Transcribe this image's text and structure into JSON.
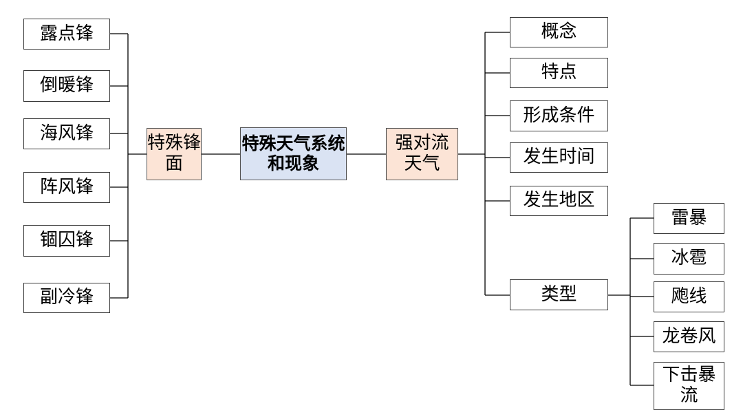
{
  "root": {
    "label": "特殊天气系统和现象"
  },
  "left_branch": {
    "label": "特殊锋面",
    "children": [
      "露点锋",
      "倒暖锋",
      "海风锋",
      "阵风锋",
      "锢囚锋",
      "副冷锋"
    ]
  },
  "right_branch": {
    "label": "强对流天气",
    "children": [
      "概念",
      "特点",
      "形成条件",
      "发生时间",
      "发生地区",
      "类型"
    ]
  },
  "types": {
    "label": "类型",
    "children": [
      "雷暴",
      "冰雹",
      "飑线",
      "龙卷风",
      "下击暴流"
    ]
  },
  "colors": {
    "root_fill": "#dae3f3",
    "branch_fill": "#fce4d6",
    "line": "#000000"
  }
}
